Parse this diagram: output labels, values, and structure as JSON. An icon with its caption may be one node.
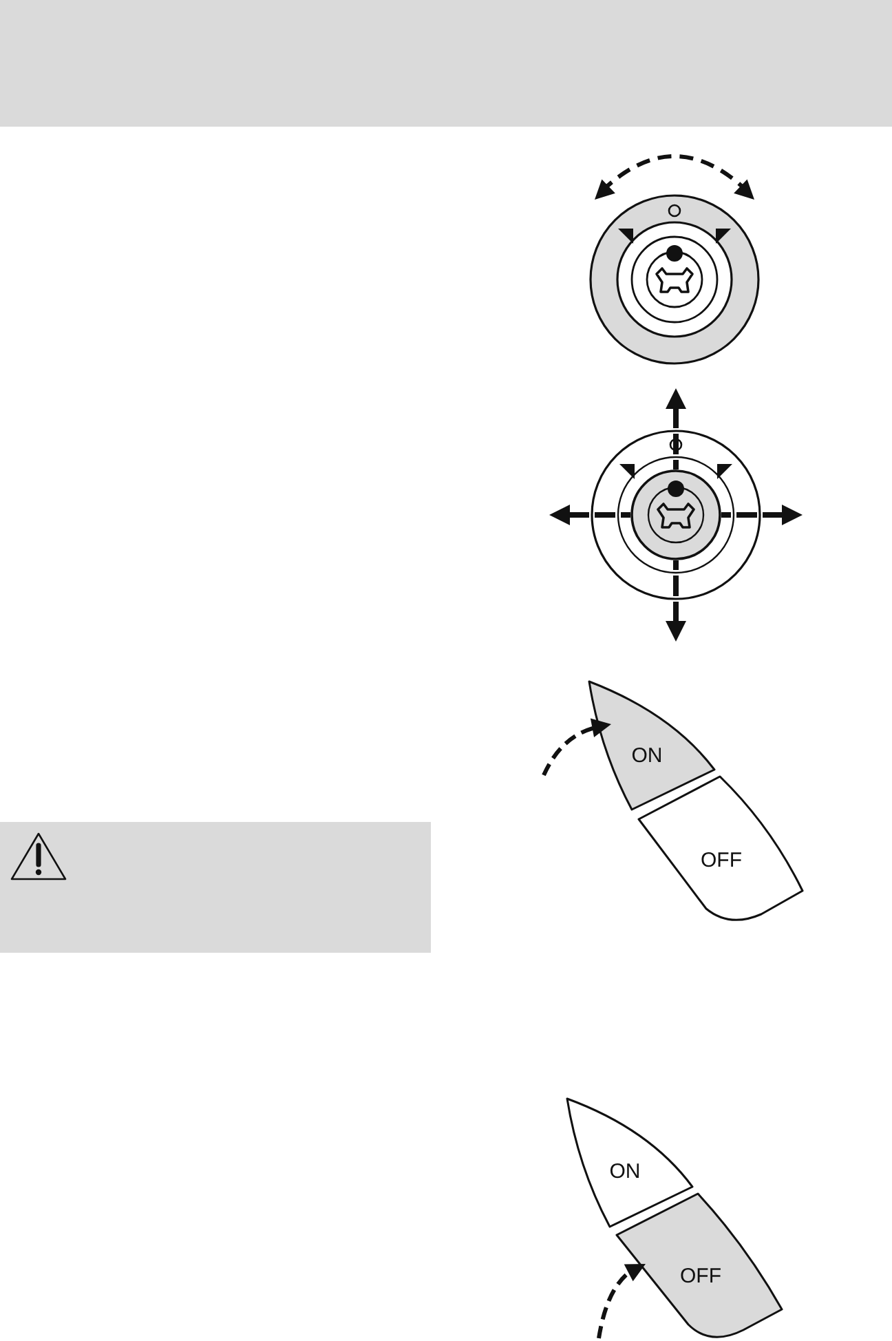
{
  "diagram": {
    "nodes": [
      {
        "text": [
          "ON"
        ]
      },
      {
        "text": [
          "OFF"
        ]
      },
      {
        "text": [
          "ON"
        ]
      },
      {
        "text": [
          "OFF"
        ]
      }
    ]
  }
}
